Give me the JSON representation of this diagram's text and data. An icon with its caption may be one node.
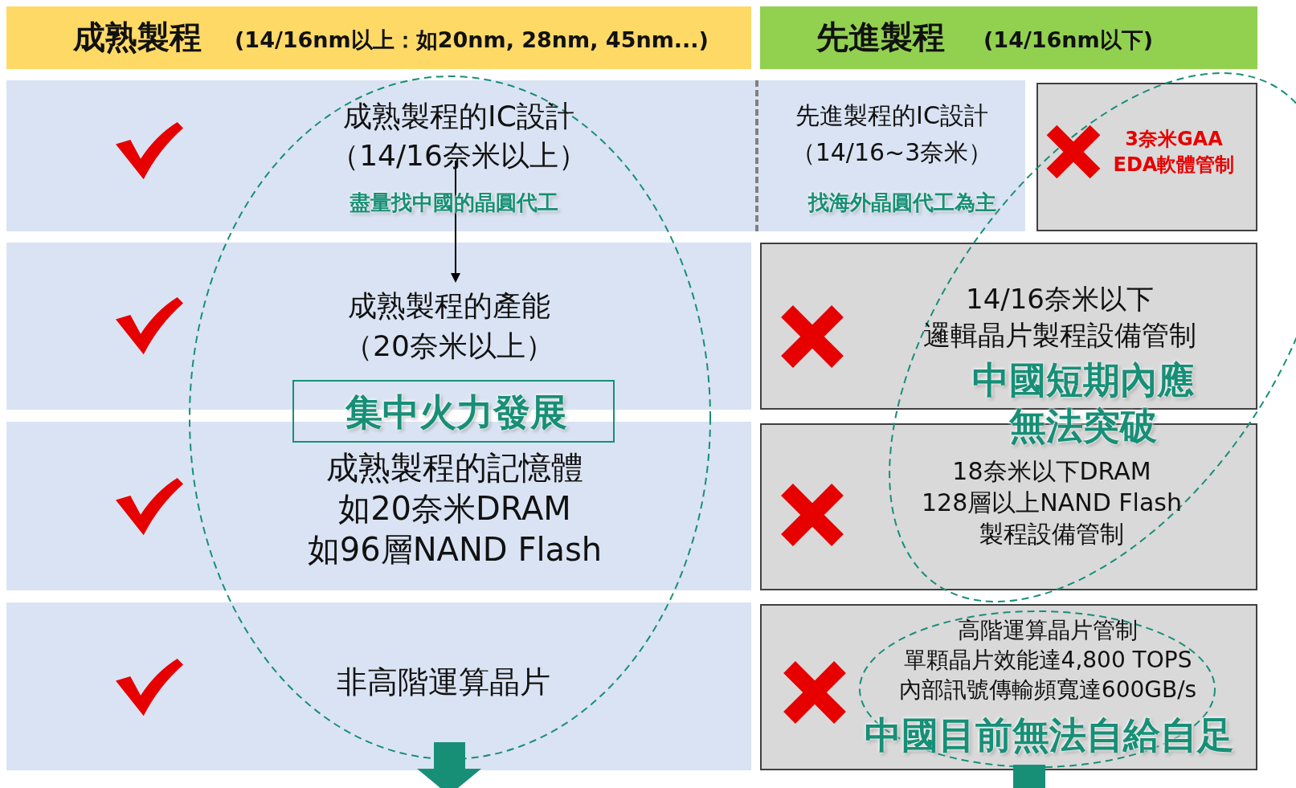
{
  "diagram": {
    "nodes": [
      {
        "text": [
          "成熟製程",
          "(14/16nm以上：如20nm, 28nm, 45nm...)"
        ]
      },
      {
        "text": [
          "先進製程",
          "(14/16nm以下)"
        ]
      },
      {
        "text": [
          "成熟製程的IC設計（14/16奈米以上）",
          "盡量找中國的晶圓代工"
        ]
      },
      {
        "text": [
          "先進製程的IC設計（14/16~3奈米）",
          "找海外晶圓代工為主"
        ]
      },
      {
        "text": [
          "3奈米GAA EDA軟體管制"
        ]
      },
      {
        "text": [
          "成熟製程的產能（20奈米以上）"
        ]
      },
      {
        "text": [
          "14/16奈米以下邏輯晶片製程設備管制"
        ]
      },
      {
        "text": [
          "集中火力發展"
        ]
      },
      {
        "text": [
          "成熟製程的記憶體如20奈米DRAM 如96層NAND Flash"
        ]
      },
      {
        "text": [
          "18奈米以下DRAM 128層以上NAND Flash 製程設備管制"
        ]
      },
      {
        "text": [
          "非高階運算晶片"
        ]
      },
      {
        "text": [
          "高階運算晶片管制單顆晶片效能達4,800 TOPS 內部訊號傳輸頻寬達600GB/s",
          "中國目前無法自給自足"
        ]
      }
    ],
    "edges": [
      {
        "from": 2,
        "to": 5,
        "arrow": "to"
      }
    ],
    "labels": [
      "中國短期內應無法突破"
    ]
  }
}
